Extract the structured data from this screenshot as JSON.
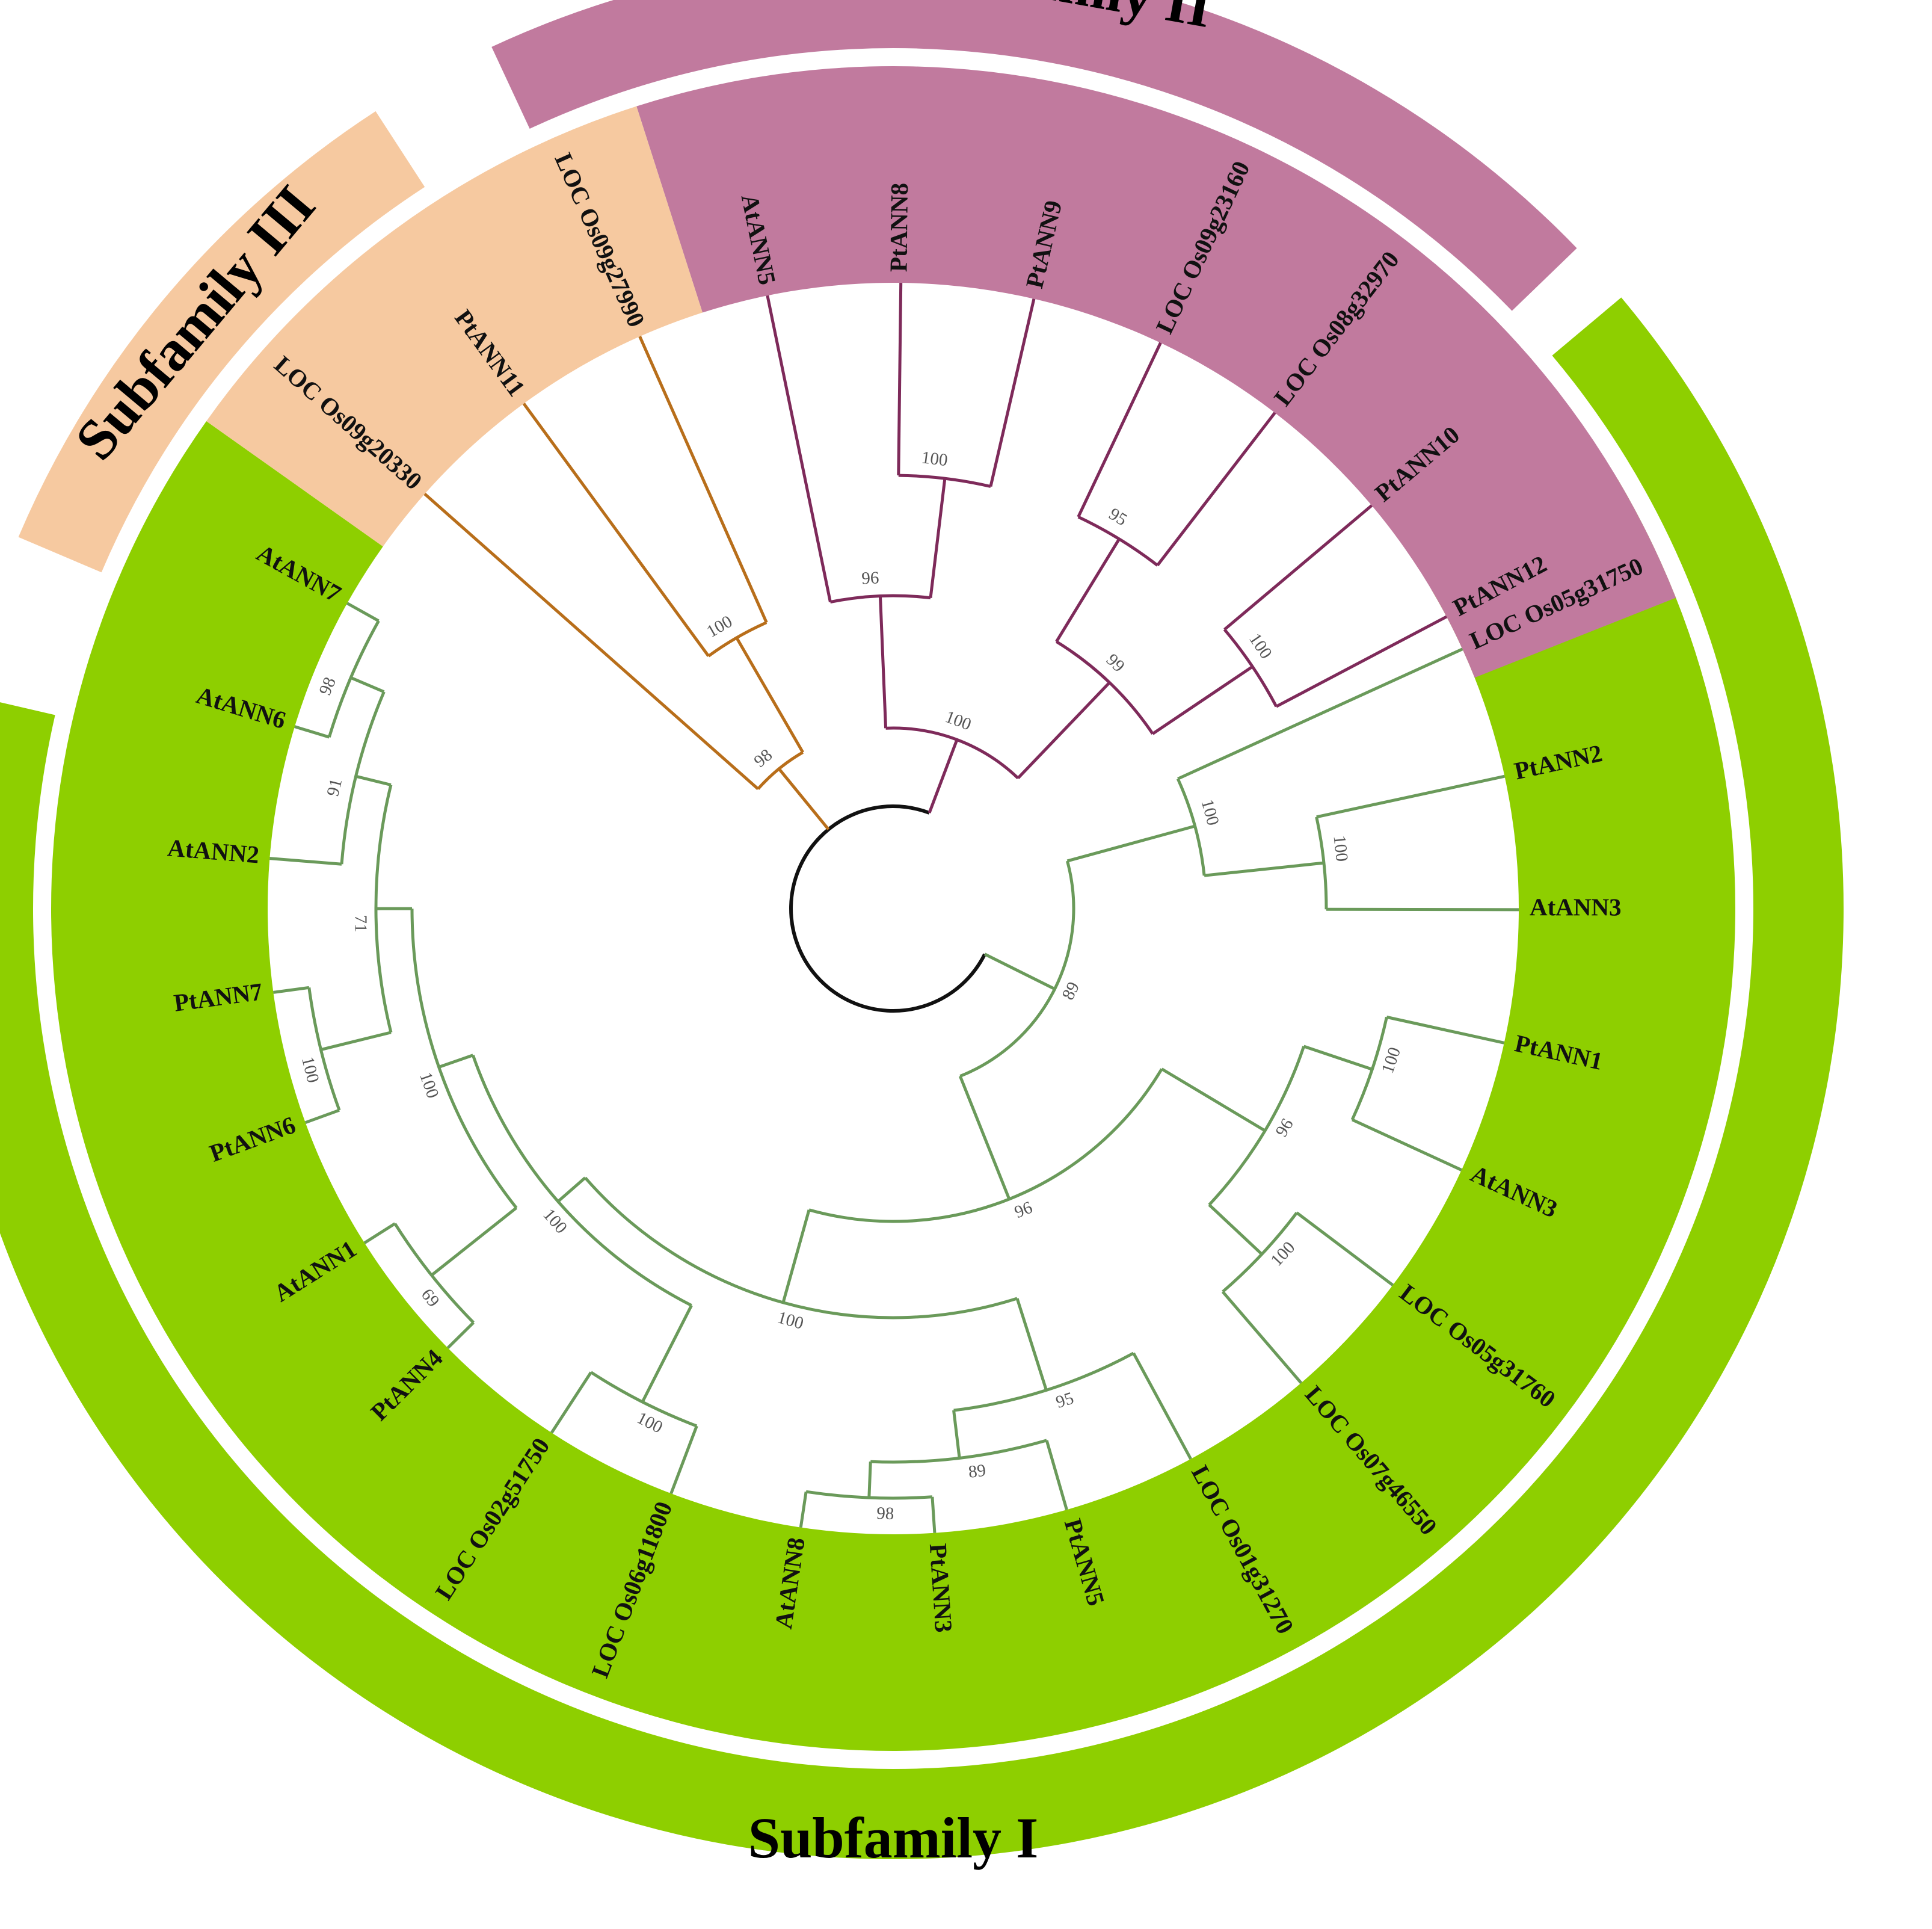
{
  "subfamilies": [
    {
      "id": "I",
      "label": "Subfamily I",
      "color": "#8ecf00",
      "branch_color": "#6a9a5a"
    },
    {
      "id": "II",
      "label": "Subfamily II",
      "color": "#c17a9e",
      "branch_color": "#7e2a5a"
    },
    {
      "id": "III",
      "label": "Subfamily III",
      "color": "#f6c9a0",
      "branch_color": "#b86e1a"
    }
  ],
  "leaves": [
    {
      "id": "LOC Os05g31750a",
      "label": "LOC Os05g31750"
    },
    {
      "id": "PtANN2",
      "label": "PtANN2"
    },
    {
      "id": "AtANN3a",
      "label": "AtANN3"
    },
    {
      "id": "PtANN1",
      "label": "PtANN1"
    },
    {
      "id": "AtANN3b",
      "label": "AtANN3"
    },
    {
      "id": "LOC Os05g31760",
      "label": "LOC Os05g31760"
    },
    {
      "id": "LOC Os07g46550",
      "label": "LOC Os07g46550"
    },
    {
      "id": "LOC Os01g31270",
      "label": "LOC Os01g31270"
    },
    {
      "id": "PtANN5",
      "label": "PtANN5"
    },
    {
      "id": "PtANN3",
      "label": "PtANN3"
    },
    {
      "id": "AtANN8",
      "label": "AtANN8"
    },
    {
      "id": "LOC Os06g11800",
      "label": "LOC Os06g11800"
    },
    {
      "id": "LOC Os02g51750",
      "label": "LOC Os02g51750"
    },
    {
      "id": "PtANN4",
      "label": "PtANN4"
    },
    {
      "id": "AtANN1",
      "label": "AtANN1"
    },
    {
      "id": "PtANN6",
      "label": "PtANN6"
    },
    {
      "id": "PtANN7",
      "label": "PtANN7"
    },
    {
      "id": "AtANN2",
      "label": "AtANN2"
    },
    {
      "id": "AtANN6",
      "label": "AtANN6"
    },
    {
      "id": "AtANN7",
      "label": "AtANN7"
    },
    {
      "id": "LOC Os09g20330",
      "label": "LOC Os09g20330"
    },
    {
      "id": "PtANN11",
      "label": "PtANN11"
    },
    {
      "id": "LOC Os09g27990",
      "label": "LOC Os09g27990"
    },
    {
      "id": "AtANN5",
      "label": "AtANN5"
    },
    {
      "id": "PtANN8",
      "label": "PtANN8"
    },
    {
      "id": "PtANN9",
      "label": "PtANN9"
    },
    {
      "id": "LOC Os09g23160",
      "label": "LOC Os09g23160"
    },
    {
      "id": "LOC Os08g32970",
      "label": "LOC Os08g32970"
    },
    {
      "id": "PtANN10",
      "label": "PtANN10"
    },
    {
      "id": "PtANN12",
      "label": "PtANN12"
    }
  ],
  "tree": {
    "children": [
      {
        "bootstrap": "89",
        "children": [
          {
            "bootstrap": "100",
            "children": [
              {
                "leaf": "LOC Os05g31750a"
              },
              {
                "bootstrap": "100",
                "children": [
                  {
                    "leaf": "PtANN2"
                  },
                  {
                    "leaf": "AtANN3a"
                  }
                ]
              }
            ]
          },
          {
            "bootstrap": "96",
            "children": [
              {
                "bootstrap": "96",
                "children": [
                  {
                    "bootstrap": "100",
                    "children": [
                      {
                        "leaf": "PtANN1"
                      },
                      {
                        "leaf": "AtANN3b"
                      }
                    ]
                  },
                  {
                    "bootstrap": "100",
                    "children": [
                      {
                        "leaf": "LOC Os05g31760"
                      },
                      {
                        "leaf": "LOC Os07g46550"
                      }
                    ]
                  }
                ]
              },
              {
                "bootstrap": "100",
                "children": [
                  {
                    "bootstrap": "95",
                    "children": [
                      {
                        "leaf": "LOC Os01g31270"
                      },
                      {
                        "bootstrap": "89",
                        "children": [
                          {
                            "leaf": "PtANN5"
                          },
                          {
                            "bootstrap": "98",
                            "children": [
                              {
                                "leaf": "PtANN3"
                              },
                              {
                                "leaf": "AtANN8"
                              }
                            ]
                          }
                        ]
                      }
                    ]
                  },
                  {
                    "bootstrap": "100",
                    "children": [
                      {
                        "bootstrap": "100",
                        "children": [
                          {
                            "leaf": "LOC Os06g11800"
                          },
                          {
                            "leaf": "LOC Os02g51750"
                          }
                        ]
                      },
                      {
                        "bootstrap": "100",
                        "children": [
                          {
                            "bootstrap": "69",
                            "children": [
                              {
                                "leaf": "PtANN4"
                              },
                              {
                                "leaf": "AtANN1"
                              }
                            ]
                          },
                          {
                            "bootstrap": "71",
                            "children": [
                              {
                                "bootstrap": "100",
                                "children": [
                                  {
                                    "leaf": "PtANN6"
                                  },
                                  {
                                    "leaf": "PtANN7"
                                  }
                                ]
                              },
                              {
                                "bootstrap": "91",
                                "children": [
                                  {
                                    "leaf": "AtANN2"
                                  },
                                  {
                                    "bootstrap": "98",
                                    "children": [
                                      {
                                        "leaf": "AtANN6"
                                      },
                                      {
                                        "leaf": "AtANN7"
                                      }
                                    ]
                                  }
                                ]
                              }
                            ]
                          }
                        ]
                      }
                    ]
                  }
                ]
              }
            ]
          }
        ]
      },
      {
        "bootstrap": "98",
        "children": [
          {
            "leaf": "LOC Os09g20330"
          },
          {
            "bootstrap": "100",
            "children": [
              {
                "leaf": "PtANN11"
              },
              {
                "leaf": "LOC Os09g27990"
              }
            ]
          }
        ]
      },
      {
        "bootstrap": "100",
        "children": [
          {
            "bootstrap": "96",
            "children": [
              {
                "leaf": "AtANN5"
              },
              {
                "bootstrap": "100",
                "children": [
                  {
                    "leaf": "PtANN8"
                  },
                  {
                    "leaf": "PtANN9"
                  }
                ]
              }
            ]
          },
          {
            "bootstrap": "99",
            "children": [
              {
                "bootstrap": "95",
                "children": [
                  {
                    "leaf": "LOC Os09g23160"
                  },
                  {
                    "leaf": "LOC Os08g32970"
                  }
                ]
              },
              {
                "bootstrap": "100",
                "children": [
                  {
                    "leaf": "PtANN10"
                  },
                  {
                    "leaf": "PtANN12"
                  }
                ]
              }
            ]
          }
        ]
      }
    ]
  },
  "root_color": "#111111"
}
